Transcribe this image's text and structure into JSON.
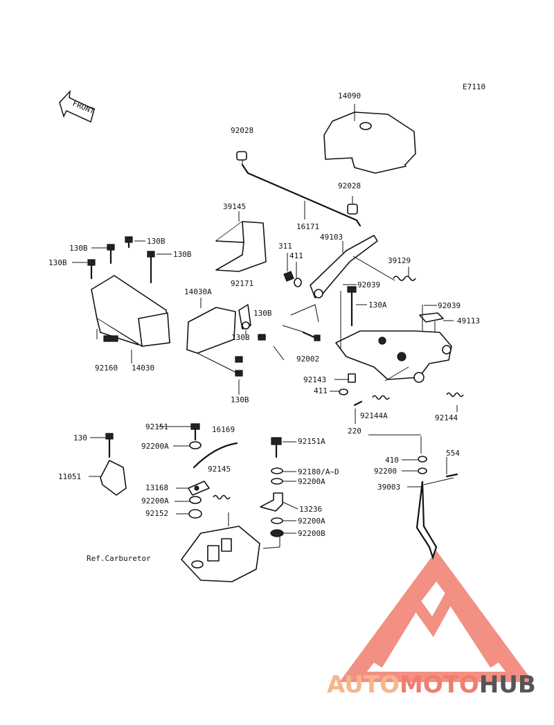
{
  "diagram_code": "E7110",
  "front_label": "FRONT",
  "reference_label": "Ref.Carburetor",
  "watermark": {
    "part1": "AUTO",
    "part2": "MOTO",
    "part3": "HUB",
    "color_light": "#f6b68a",
    "color_mid": "#f07d6e",
    "color_dark": "#555555"
  },
  "parts": {
    "p14090": "14090",
    "p92028a": "92028",
    "p92028b": "92028",
    "p16171": "16171",
    "p39145": "39145",
    "p49103": "49103",
    "p311": "311",
    "p411a": "411",
    "p39129": "39129",
    "p92039a": "92039",
    "p130a": "130A",
    "p92039b": "92039",
    "p49113": "49113",
    "p130b1": "130B",
    "p130b2": "130B",
    "p130b3": "130B",
    "p130b4": "130B",
    "p130b5": "130B",
    "p130b6": "130B",
    "p130b7": "130B",
    "p14030a": "14030A",
    "p92171": "92171",
    "p92160": "92160",
    "p14030": "14030",
    "p92002": "92002",
    "p92143": "92143",
    "p411b": "411",
    "p92144a": "92144A",
    "p92144": "92144",
    "p220": "220",
    "p92151": "92151",
    "p16169": "16169",
    "p130": "130",
    "p92200a1": "92200A",
    "p92145": "92145",
    "p11051": "11051",
    "p13168": "13168",
    "p92200a2": "92200A",
    "p92152": "92152",
    "p92151a": "92151A",
    "p92180": "92180/A~D",
    "p92200a3": "92200A",
    "p13236": "13236",
    "p92200a4": "92200A",
    "p92200b": "92200B",
    "p410": "410",
    "p92200": "92200",
    "p554": "554",
    "p39003": "39003"
  }
}
